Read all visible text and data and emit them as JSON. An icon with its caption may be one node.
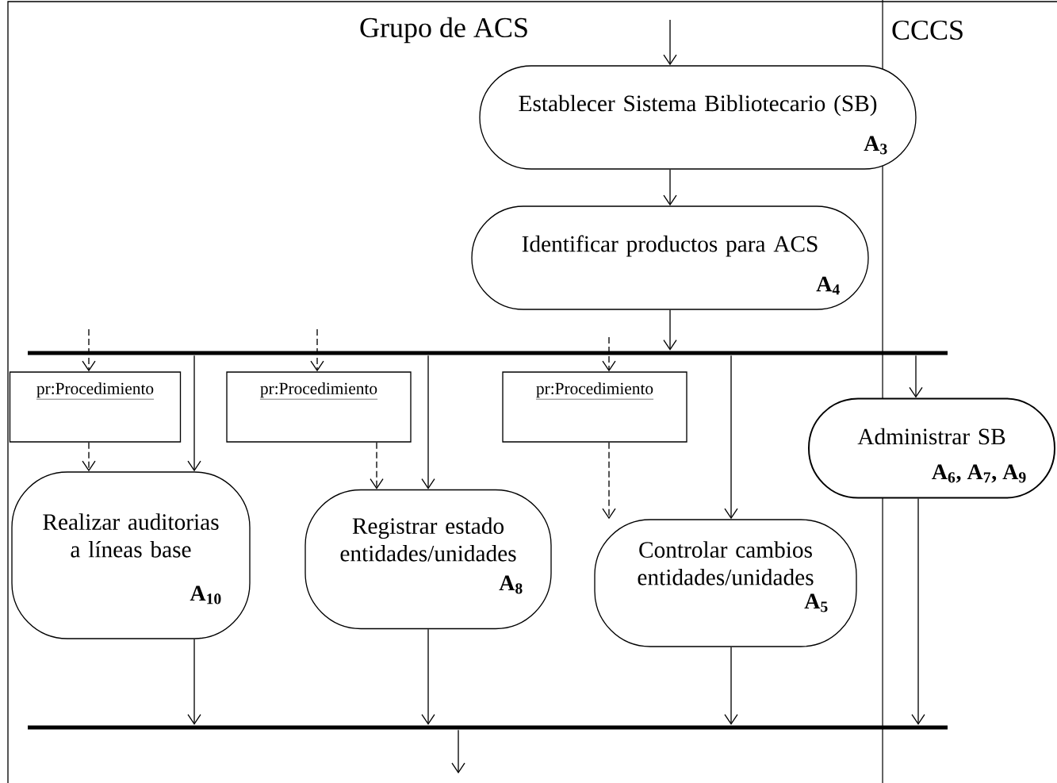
{
  "diagram": {
    "nodes": [
      {
        "text": [
          "Establecer Sistema Bibliotecario (SB)",
          "A$_{3}$"
        ]
      },
      {
        "text": [
          "Identificar productos para ACS",
          "A$_{4}$"
        ]
      },
      {
        "text": [],
        "shape": "bar"
      },
      {
        "text": [
          "pr:Procedimiento"
        ]
      },
      {
        "text": [
          "pr:Procedimiento"
        ]
      },
      {
        "text": [
          "pr:Procedimiento"
        ]
      },
      {
        "text": [
          "Administrar SB",
          "A$_{6}$, A$_{7}$, A$_{9}$"
        ]
      },
      {
        "text": [
          "Realizar auditorias a líneas base",
          "A$_{10}$"
        ]
      },
      {
        "text": [
          "Registrar estado entidades/unidades",
          "A$_{8}$"
        ]
      },
      {
        "text": [
          "Controlar cambios entidades/unidades",
          "A$_{5}$"
        ]
      },
      {
        "text": [],
        "shape": "bar"
      }
    ],
    "edges": [
      {
        "from": null,
        "to": 0,
        "arrow": "to"
      },
      {
        "from": 0,
        "to": 1,
        "arrow": "to"
      },
      {
        "from": 1,
        "to": 2,
        "arrow": "to"
      },
      {
        "from": null,
        "to": 3,
        "arrow": "to",
        "style": "dashed"
      },
      {
        "from": null,
        "to": 4,
        "arrow": "to",
        "style": "dashed"
      },
      {
        "from": null,
        "to": 5,
        "arrow": "to",
        "style": "dashed"
      },
      {
        "from": 2,
        "to": 6,
        "arrow": "to"
      },
      {
        "from": 3,
        "to": 7,
        "arrow": "to",
        "style": "dashed"
      },
      {
        "from": 2,
        "to": 7,
        "arrow": "to"
      },
      {
        "from": 4,
        "to": 8,
        "arrow": "to",
        "style": "dashed"
      },
      {
        "from": 2,
        "to": 8,
        "arrow": "to"
      },
      {
        "from": 5,
        "to": 9,
        "arrow": "to",
        "style": "dashed"
      },
      {
        "from": 2,
        "to": 9,
        "arrow": "to"
      },
      {
        "from": 7,
        "to": 10,
        "arrow": "to"
      },
      {
        "from": 8,
        "to": 10,
        "arrow": "to"
      },
      {
        "from": 9,
        "to": 10,
        "arrow": "to"
      },
      {
        "from": 6,
        "to": 10,
        "arrow": "to"
      },
      {
        "from": 10,
        "to": null,
        "arrow": "to"
      }
    ],
    "labels": [
      "Grupo de ACS",
      "CCCS"
    ]
  }
}
